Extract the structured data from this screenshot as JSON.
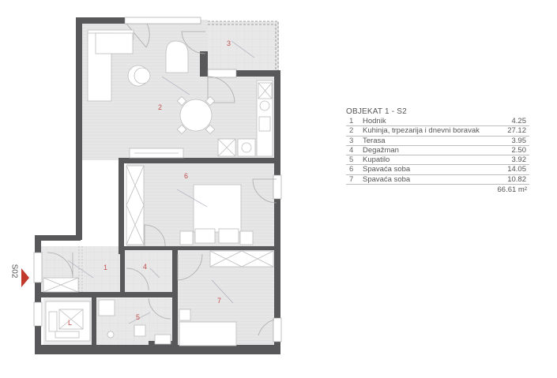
{
  "plan": {
    "title": "OBJEKAT 1 - S2",
    "entrance_marker": "S02",
    "accent_color": "#c0392b",
    "wall_color": "#58585a",
    "floor_color": "#e5e5e5",
    "rooms_on_plan": [
      {
        "num": "1",
        "name": "Hodnik"
      },
      {
        "num": "2",
        "name": "Kuhinja, trpezarija i dnevni boravak"
      },
      {
        "num": "3",
        "name": "Terasa"
      },
      {
        "num": "4",
        "name": "Degažman"
      },
      {
        "num": "5",
        "name": "Kupatilo"
      },
      {
        "num": "6",
        "name": "Spavaća soba"
      },
      {
        "num": "7",
        "name": "Spavaća soba"
      }
    ],
    "laundry_label": "L"
  },
  "legend": {
    "title": "OBJEKAT 1 - S2",
    "rows": [
      {
        "num": "1",
        "name": "Hodnik",
        "area": "4.25"
      },
      {
        "num": "2",
        "name": "Kuhinja, trpezarija i dnevni boravak",
        "area": "27.12"
      },
      {
        "num": "3",
        "name": "Terasa",
        "area": "3.95"
      },
      {
        "num": "4",
        "name": "Degažman",
        "area": "2.50"
      },
      {
        "num": "5",
        "name": "Kupatilo",
        "area": "3.92"
      },
      {
        "num": "6",
        "name": "Spavaća soba",
        "area": "14.05"
      },
      {
        "num": "7",
        "name": "Spavaća soba",
        "area": "10.82"
      }
    ],
    "total": "66.61 m²"
  }
}
